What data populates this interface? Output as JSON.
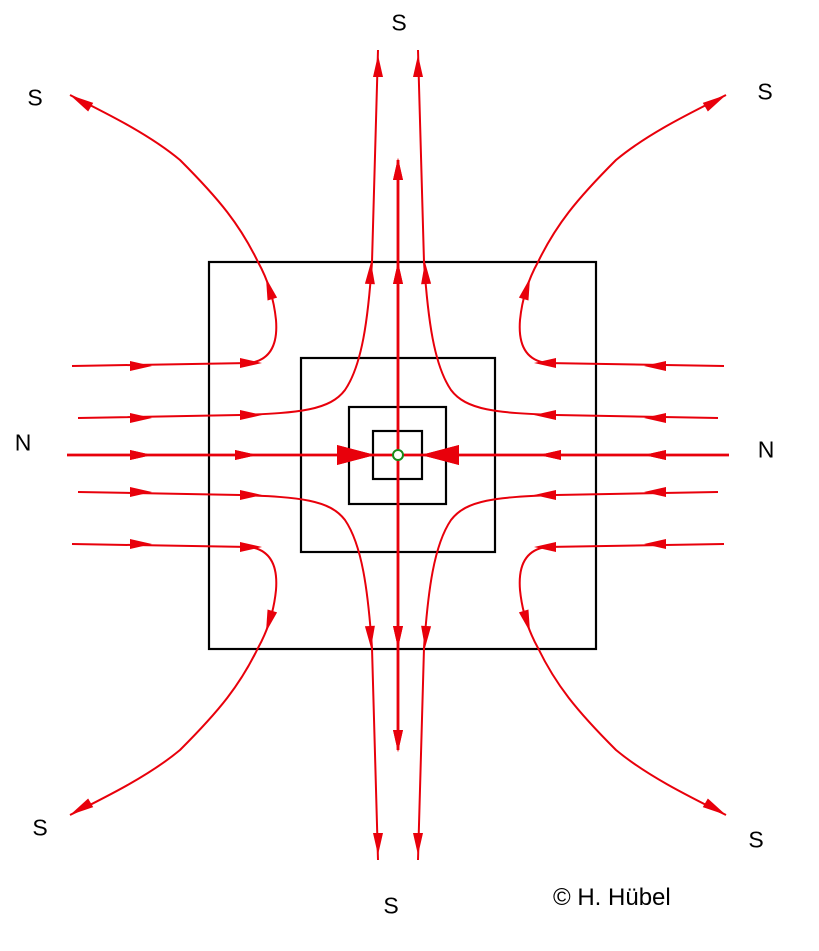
{
  "labels": {
    "top": "S",
    "bottom": "S",
    "top_left": "S",
    "top_right": "S",
    "bottom_left": "S",
    "bottom_right": "S",
    "left": "N",
    "right": "N"
  },
  "copyright": "© H. Hübel",
  "colors": {
    "field_lines": "#e8000b",
    "frames": "#000000",
    "center_point": "#1a8a1a"
  }
}
